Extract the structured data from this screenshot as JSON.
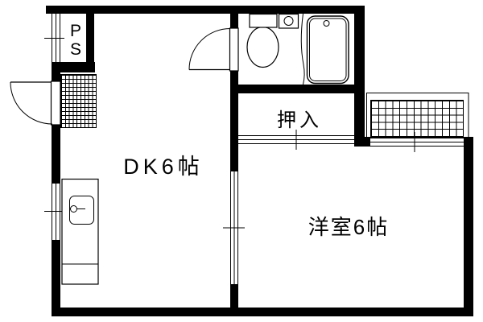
{
  "document": {
    "kind": "japanese-apartment-floor-plan"
  },
  "colors": {
    "ink": "#000000",
    "paper": "#ffffff"
  },
  "rooms": {
    "pipe_space": {
      "line1": "P",
      "line2": "S"
    },
    "dining_kitchen": {
      "label": "DK6帖"
    },
    "closet": {
      "label": "押入"
    },
    "western_room": {
      "label": "洋室6帖"
    }
  },
  "fixtures": [
    "toilet",
    "wash-basin",
    "bathtub",
    "kitchen-sink",
    "entry-tile-hatch",
    "balcony-hatch",
    "entrance-door",
    "bathroom-door",
    "sliding-doors",
    "windows"
  ]
}
